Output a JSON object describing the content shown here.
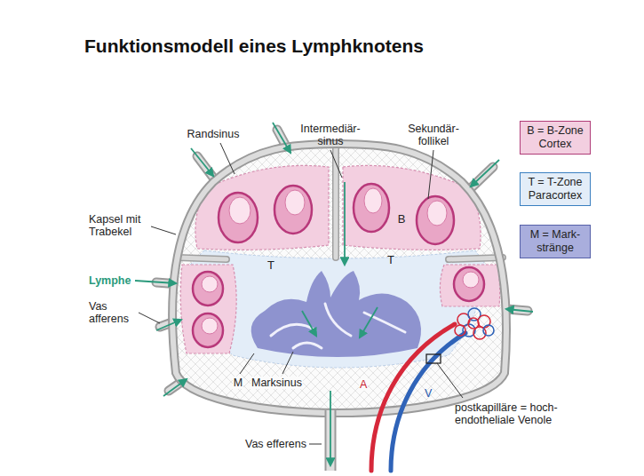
{
  "diagram": {
    "title": "Funktionsmodell eines Lymphknotens",
    "labels": [
      "Randsinus",
      "Intermediär- sinus",
      "Sekundär- follikel",
      "B",
      "T",
      "T",
      "Kapsel mit Trabekel",
      "Lymphe",
      "Vas afferens",
      "M",
      "Marksinus",
      "A",
      "V",
      "Vas efferens",
      "postkapilläre = hoch- endotheliale Venole"
    ],
    "legend": [
      {
        "text": "B = B-Zone Cortex",
        "color": "#f3cfe0"
      },
      {
        "text": "T = T-Zone Paracortex",
        "color": "#e3edf8"
      },
      {
        "text": "M = Mark- stränge",
        "color": "#a9aedd"
      }
    ]
  }
}
